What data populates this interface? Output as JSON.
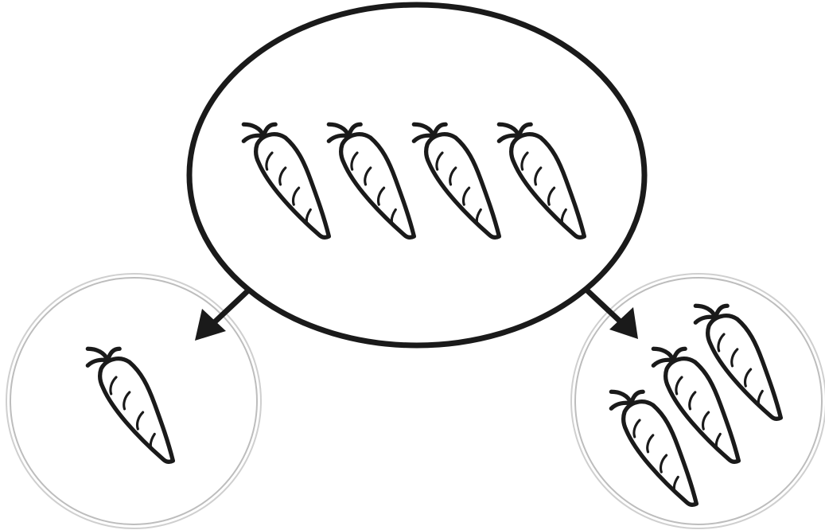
{
  "diagram": {
    "kind": "part-whole split",
    "whole": {
      "count": 4,
      "item_icon": "carrot-icon"
    },
    "parts": [
      {
        "count": 1,
        "item_icon": "carrot-icon"
      },
      {
        "count": 3,
        "item_icon": "carrot-icon"
      }
    ],
    "colors": {
      "whole_outline": "#1a1a1a",
      "part_outline": "#bdbdbd",
      "arrow": "#1a1a1a",
      "carrot_stroke": "#1a1a1a",
      "carrot_fill": "#ffffff"
    }
  }
}
